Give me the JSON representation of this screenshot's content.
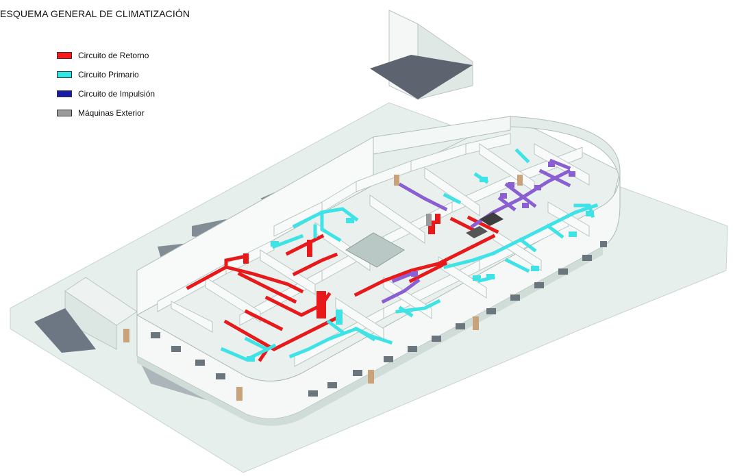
{
  "title": "ESQUEMA GENERAL DE CLIMATIZACIÓN",
  "legend": [
    {
      "label": "Circuito de Retorno",
      "color": "#ff1a1a"
    },
    {
      "label": "Circuito Primario",
      "color": "#33e6e6"
    },
    {
      "label": "Circuito de Impulsión",
      "color": "#1a1aa8"
    },
    {
      "label": "Máquinas Exterior",
      "color": "#9a9a9a"
    }
  ],
  "colors": {
    "retorno": "#e8191a",
    "primario": "#3fe3e6",
    "impulsion": "#8a5fd1",
    "wall": "#f2f6f5",
    "wall_shade": "#cfdcd8",
    "slab": "#e6f0ed",
    "shadow": "#7c8794",
    "door": "#c9a27a"
  }
}
